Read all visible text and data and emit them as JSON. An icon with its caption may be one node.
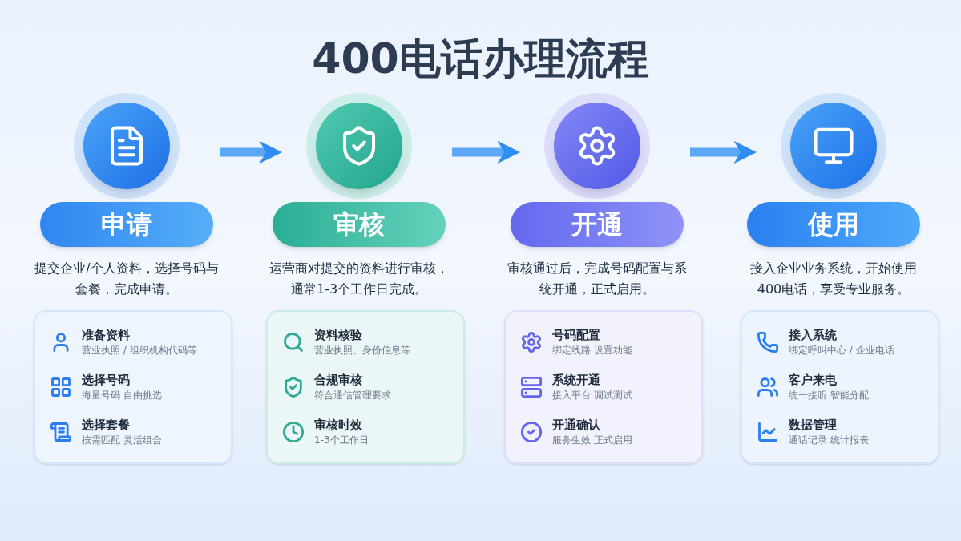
{
  "diagram": {
    "title": "400电话办理流程",
    "nodes": [
      {
        "text": [],
        "shape": "circle"
      },
      {
        "text": [
          "申请"
        ],
        "beside": [
          "提交企业/个人资料，选择号码与套餐，完成申请。"
        ]
      },
      {
        "text": [
          "准备资料",
          "营业执照 / 组织机构代码等",
          "选择号码",
          "海量号码 自由挑选",
          "选择套餐",
          "按需匹配 灵活组合"
        ]
      },
      {
        "text": [],
        "shape": "circle"
      },
      {
        "text": [
          "审核"
        ],
        "beside": [
          "运营商对提交的资料进行审核，通常1-3个工作日完成。"
        ]
      },
      {
        "text": [
          "资料核验",
          "营业执照、身份信息等",
          "合规审核",
          "符合通信管理要求",
          "审核时效",
          "1-3个工作日"
        ]
      },
      {
        "text": [],
        "shape": "circle"
      },
      {
        "text": [
          "开通"
        ],
        "beside": [
          "审核通过后，完成号码配置与系统开通，正式启用。"
        ]
      },
      {
        "text": [
          "号码配置",
          "绑定线路 设置功能",
          "系统开通",
          "接入平台 调试测试",
          "开通确认",
          "服务生效 正式启用"
        ]
      },
      {
        "text": [],
        "shape": "circle"
      },
      {
        "text": [
          "使用"
        ],
        "beside": [
          "接入企业业务系统，开始使用400电话，享受专业服务。"
        ]
      },
      {
        "text": [
          "接入系统",
          "绑定呼叫中心 / 企业电话",
          "客户来电",
          "统一接听 智能分配",
          "数据管理",
          "通话记录 统计报表"
        ]
      }
    ],
    "edges": [
      {
        "from": 0,
        "to": 3,
        "arrow": "to"
      },
      {
        "from": 3,
        "to": 6,
        "arrow": "to"
      },
      {
        "from": 6,
        "to": 9,
        "arrow": "to"
      }
    ]
  }
}
